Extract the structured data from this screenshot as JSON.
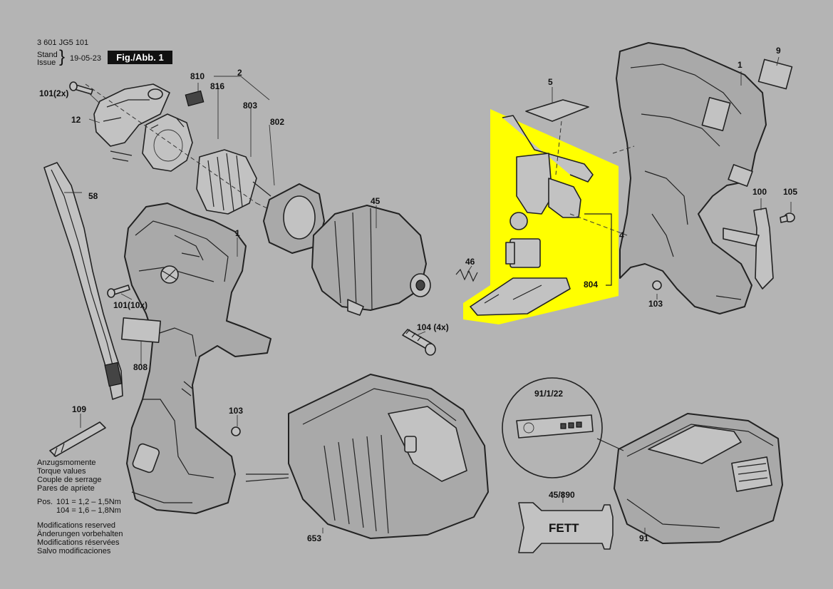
{
  "header": {
    "doc_number": "3 601 JG5 101",
    "stand_label": "Stand",
    "issue_label": "Issue",
    "date": "19-05-23",
    "fig_label": "Fig./Abb. 1"
  },
  "callouts": {
    "c101_2x": "101(2x)",
    "c12": "12",
    "c810": "810",
    "c816": "816",
    "c2": "2",
    "c803": "803",
    "c802": "802",
    "c58": "58",
    "c1_left": "1",
    "c45": "45",
    "c101_10x": "101(10x)",
    "c808": "808",
    "c109": "109",
    "c103_left": "103",
    "c104_4x": "104 (4x)",
    "c46": "46",
    "c5": "5",
    "c4": "4",
    "c804": "804",
    "c9": "9",
    "c1_right": "1",
    "c100": "100",
    "c105": "105",
    "c103_right": "103",
    "c91_1_22": "91/1/22",
    "c45_890": "45/890",
    "c653": "653",
    "c91": "91",
    "fett": "FETT"
  },
  "torque": {
    "lines": [
      "Anzugsmomente",
      "Torque values",
      "Couple de serrage",
      "Pares de apriete"
    ],
    "pos_label": "Pos.",
    "pos101": "101 = 1,2 – 1,5Nm",
    "pos104": "104 = 1,6 – 1,8Nm"
  },
  "modifications": [
    "Modifications reserved",
    "Änderungen vorbehalten",
    "Modifications réservées",
    "Salvo modificaciones"
  ],
  "colors": {
    "background": "#b4b4b4",
    "highlight": "#ffff00",
    "line": "#222222"
  }
}
